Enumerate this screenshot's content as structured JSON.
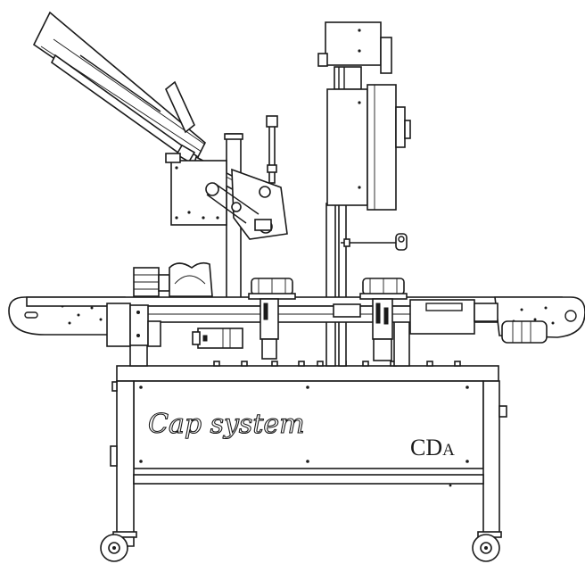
{
  "panel_label": "Cap system",
  "logo": {
    "main": "CD",
    "suffix": "A"
  },
  "colors": {
    "line": "#1a1a1a",
    "background": "#ffffff"
  }
}
